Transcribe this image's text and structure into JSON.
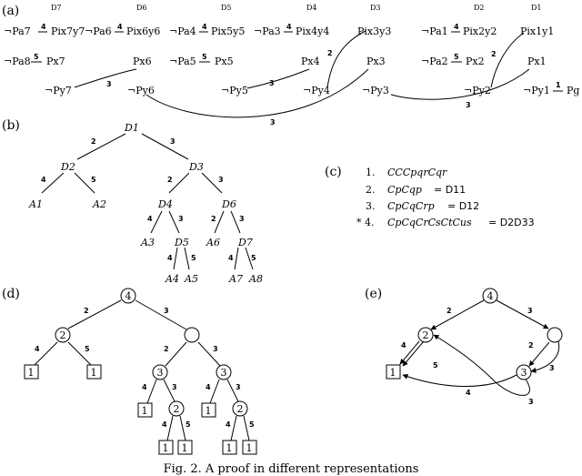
{
  "labels": {
    "a": "(a)",
    "b": "(b)",
    "c": "(c)",
    "d": "(d)",
    "e": "(e)"
  },
  "panel_a": {
    "d_headers": [
      "D7",
      "D6",
      "D5",
      "D4",
      "D3",
      "D2",
      "D1"
    ],
    "row1": [
      "¬Pa7",
      "Pix7y7",
      "¬Pa6",
      "Pix6y6",
      "¬Pa4",
      "Pix5y5",
      "¬Pa3",
      "Pix4y4",
      "Pix3y3",
      "¬Pa1",
      "Pix2y2",
      "Pix1y1"
    ],
    "row2": [
      "¬Pa8",
      "Px7",
      "Px6",
      "¬Pa5",
      "Px5",
      "Px4",
      "Px3",
      "¬Pa2",
      "Px2",
      "Px1"
    ],
    "row3": [
      "¬Py7",
      "¬Py6",
      "¬Py5",
      "¬Py4",
      "¬Py3",
      "¬Py2",
      "¬Py1",
      "Pg"
    ],
    "weights": [
      "4",
      "4",
      "4",
      "4",
      "4",
      "5",
      "5",
      "5",
      "3",
      "3",
      "2",
      "3",
      "2",
      "1"
    ]
  },
  "panel_b": {
    "nodes": [
      "D1",
      "D2",
      "D3",
      "A1",
      "A2",
      "D4",
      "D6",
      "A3",
      "D5",
      "A6",
      "D7",
      "A4",
      "A5",
      "A7",
      "A8"
    ],
    "edge_labels": [
      "2",
      "3",
      "4",
      "5",
      "2",
      "3",
      "4",
      "3",
      "2",
      "3",
      "4",
      "5",
      "4",
      "5"
    ]
  },
  "panel_c": {
    "items": [
      {
        "num": "1.",
        "formula": "CCCpqrCqr",
        "tag": ""
      },
      {
        "num": "2.",
        "formula": "CpCqp",
        "tag": "= D11"
      },
      {
        "num": "3.",
        "formula": "CpCqCrp",
        "tag": "= D12"
      },
      {
        "num": "* 4.",
        "formula": "CpCqCrCsCtCus",
        "tag": "= D2D33"
      }
    ]
  },
  "panel_d": {
    "circle_values": [
      "4",
      "2",
      "",
      "3",
      "3",
      "2",
      "2"
    ],
    "box_values": [
      "1",
      "1",
      "1",
      "1",
      "1",
      "1"
    ],
    "edge_labels": [
      "2",
      "3",
      "4",
      "5",
      "2",
      "3",
      "4",
      "3",
      "4",
      "3",
      "4",
      "5",
      "4",
      "5"
    ]
  },
  "panel_e": {
    "circle_values": [
      "4",
      "2",
      "",
      "3"
    ],
    "box_values": [
      "1"
    ],
    "edge_labels": [
      "2",
      "3",
      "4",
      "5",
      "2",
      "3",
      "4",
      "3"
    ]
  },
  "caption": "Fig. 2. A proof in different representations"
}
